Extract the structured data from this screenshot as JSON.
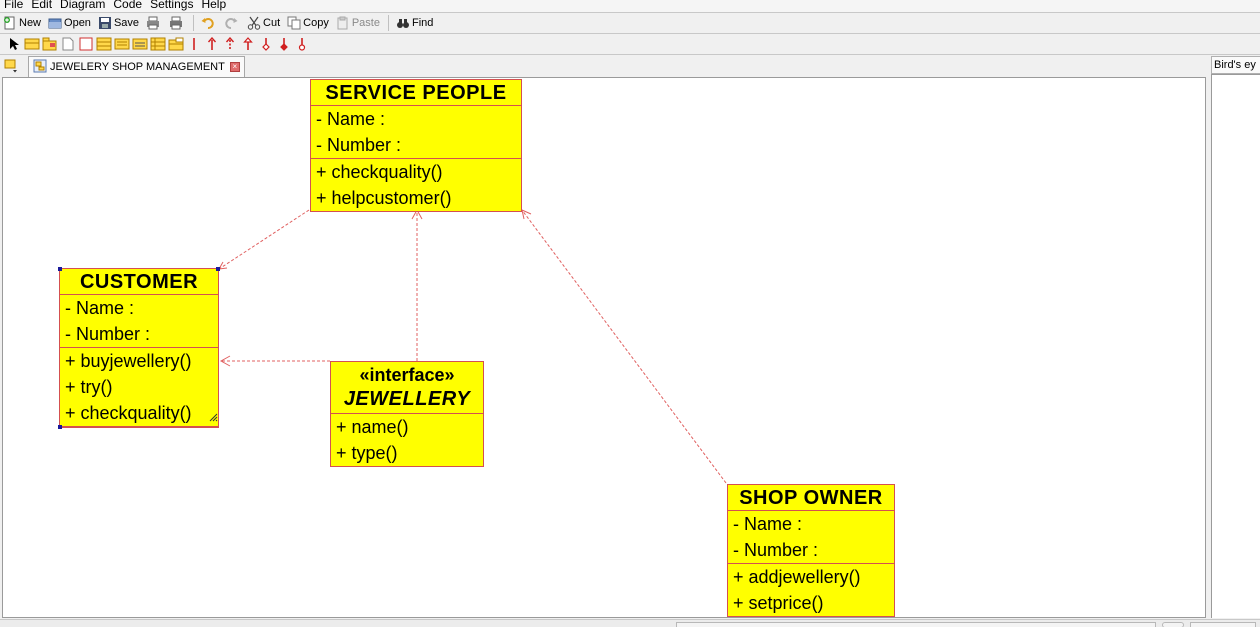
{
  "menu": {
    "items": [
      "File",
      "Edit",
      "Diagram",
      "Code",
      "Settings",
      "Help"
    ]
  },
  "toolbar": {
    "new_label": "New",
    "open_label": "Open",
    "save_label": "Save",
    "cut_label": "Cut",
    "copy_label": "Copy",
    "paste_label": "Paste",
    "find_label": "Find"
  },
  "tabs": {
    "diagram_tab": "JEWELERY SHOP MANAGEMENT"
  },
  "side_panel": {
    "birds_eye_label": "Bird's ey"
  },
  "diagram": {
    "classes": [
      {
        "id": "service_people",
        "name": "SERVICE PEOPLE",
        "attributes": [
          "- Name :",
          "- Number :"
        ],
        "methods": [
          "+ checkquality()",
          "+ helpcustomer()"
        ]
      },
      {
        "id": "customer",
        "name": "CUSTOMER",
        "attributes": [
          "- Name :",
          "- Number :"
        ],
        "methods": [
          "+ buyjewellery()",
          "+ try()",
          "+ checkquality()"
        ]
      },
      {
        "id": "jewellery",
        "stereotype": "«interface»",
        "name": "JEWELLERY",
        "methods": [
          "+ name()",
          "+ type()"
        ]
      },
      {
        "id": "shop_owner",
        "name": "SHOP OWNER",
        "attributes": [
          "- Name :",
          "- Number :"
        ],
        "methods": [
          "+ addjewellery()",
          "+ setprice()"
        ]
      }
    ],
    "relations": [
      {
        "from": "service_people",
        "to": "customer",
        "style": "dashed",
        "arrow": "open"
      },
      {
        "from": "jewellery",
        "to": "service_people",
        "style": "dashed",
        "arrow": "open"
      },
      {
        "from": "jewellery",
        "to": "customer",
        "style": "dashed",
        "arrow": "open"
      },
      {
        "from": "shop_owner",
        "to": "service_people",
        "style": "dashed",
        "arrow": "open"
      }
    ],
    "colors": {
      "class_fill": "#ffff00",
      "class_border": "#d45050",
      "relation_line": "#e06060"
    }
  }
}
